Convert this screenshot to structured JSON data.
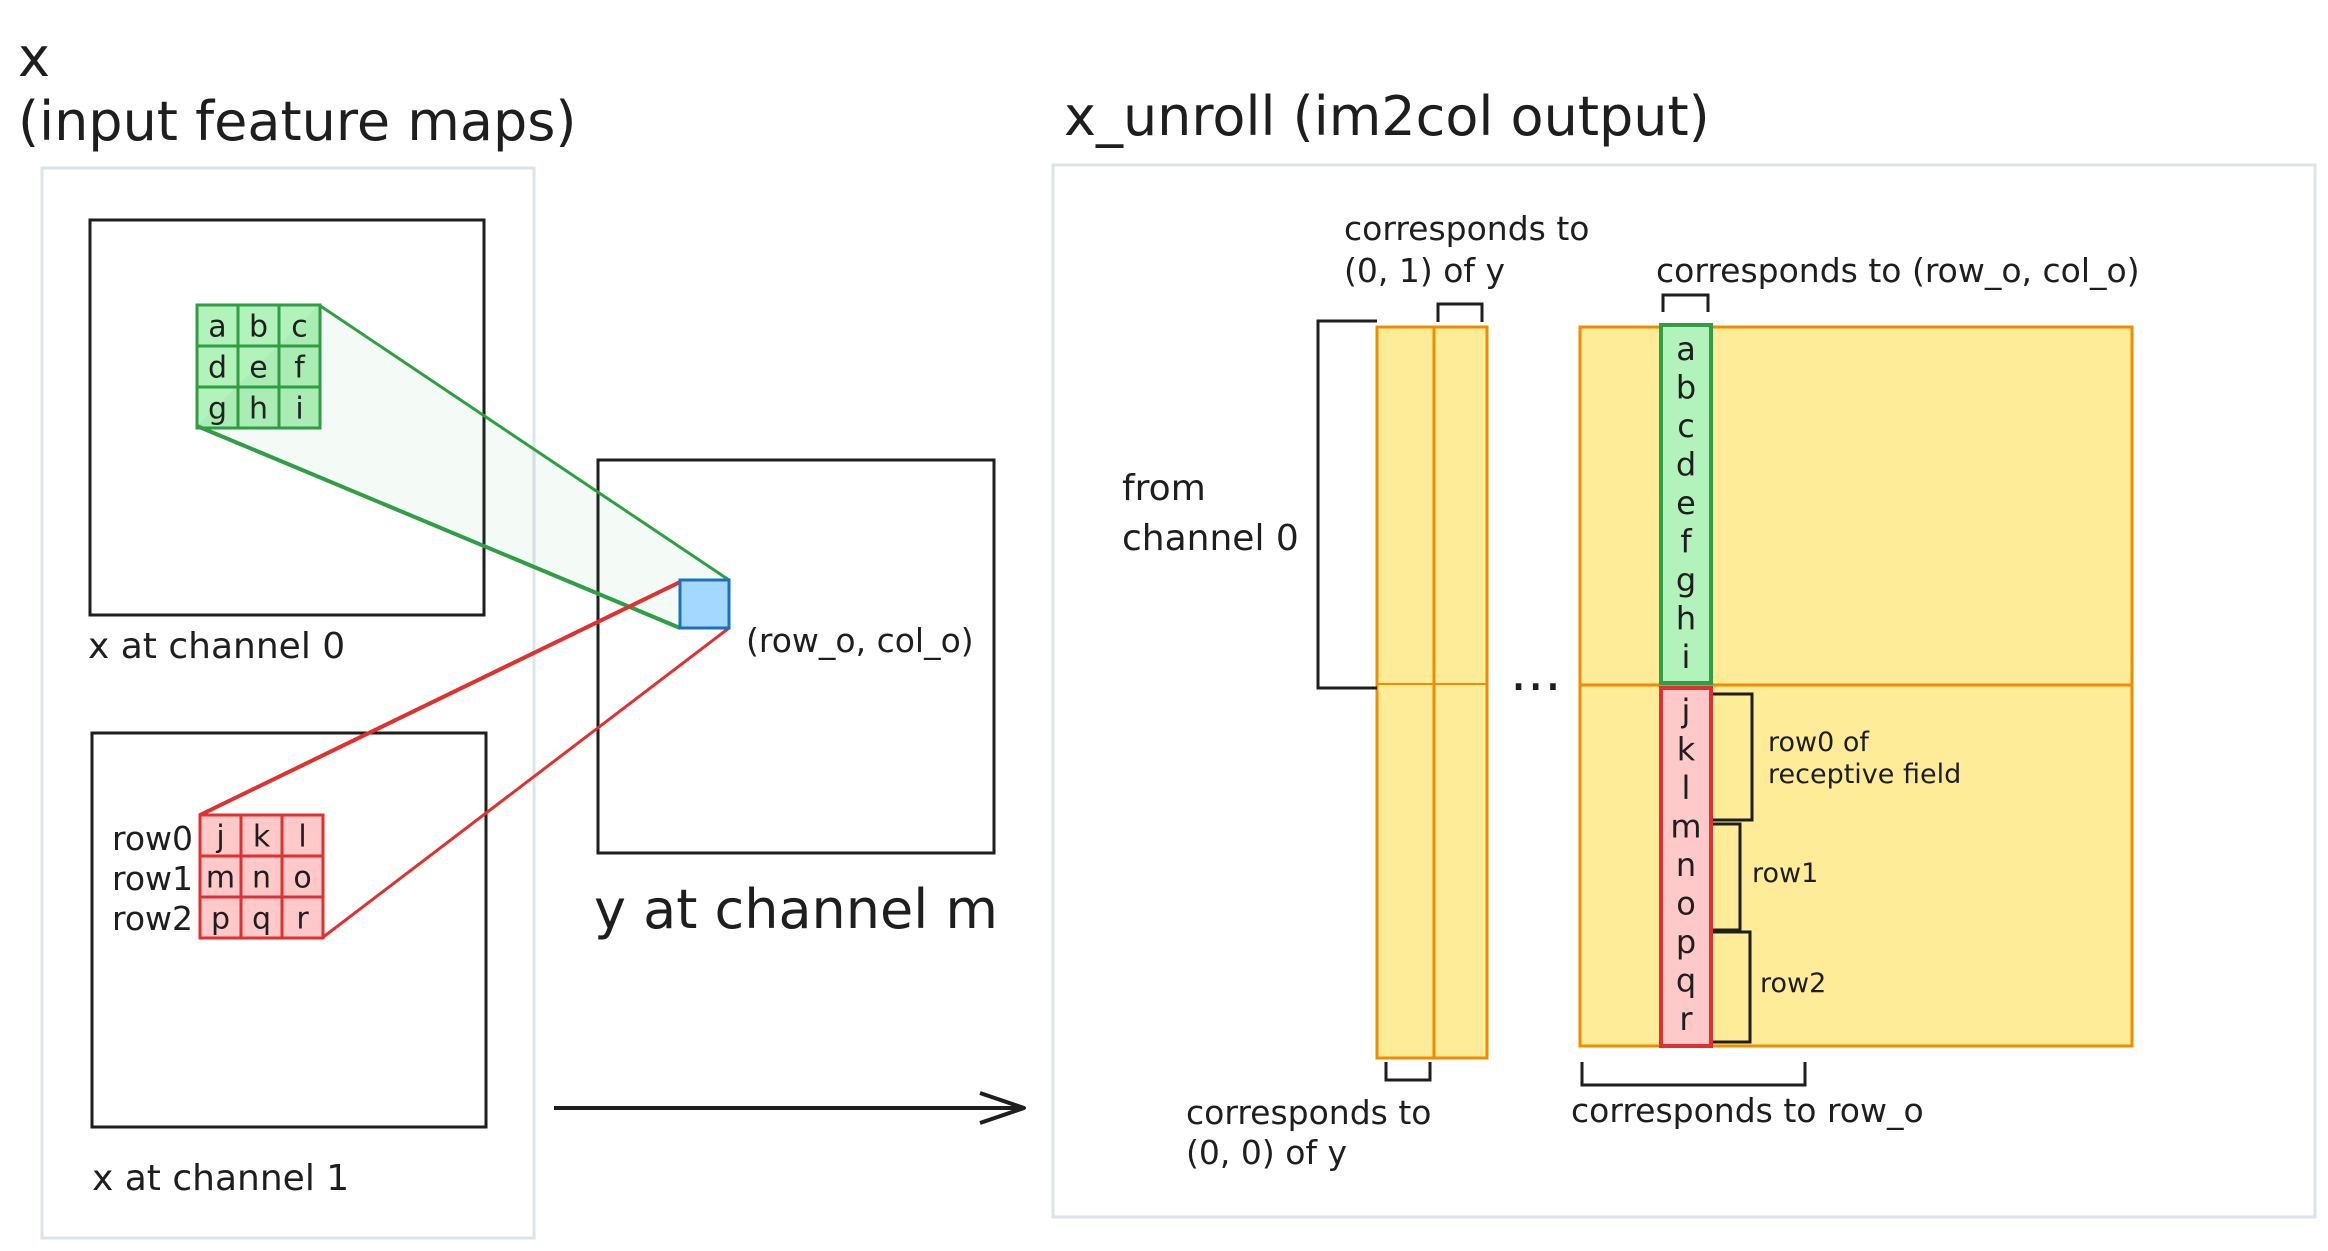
{
  "colors": {
    "ink": "#1e1e1e",
    "panel_border": "#dde3ea",
    "green_fill": "#b2f2bb",
    "green_stroke": "#2f9e44",
    "red_fill": "#ffc9c9",
    "red_stroke": "#e03131",
    "blue_fill": "#a5d8ff",
    "blue_stroke": "#1971c2",
    "yellow_fill": "#ffec99",
    "orange_stroke": "#f08c00"
  },
  "left": {
    "title_line1": "x",
    "title_line2": "(input feature maps)",
    "channel0_label": "x at channel 0",
    "channel1_label": "x at channel 1",
    "kernel0_cells": [
      "a",
      "b",
      "c",
      "d",
      "e",
      "f",
      "g",
      "h",
      "i"
    ],
    "kernel1_cells": [
      "j",
      "k",
      "l",
      "m",
      "n",
      "o",
      "p",
      "q",
      "r"
    ],
    "row_labels": [
      "row0",
      "row1",
      "row2"
    ]
  },
  "middle": {
    "output_label": "y at channel m",
    "position_label": "(row_o, col_o)"
  },
  "right": {
    "title": "x_unroll (im2col output)",
    "corr_01_line1": "corresponds to",
    "corr_01_line2": "(0, 1) of y",
    "corr_rowcol": "corresponds to (row_o, col_o)",
    "from_channel_line1": "from",
    "from_channel_line2": "channel 0",
    "ellipsis": "...",
    "green_column": [
      "a",
      "b",
      "c",
      "d",
      "e",
      "f",
      "g",
      "h",
      "i"
    ],
    "red_column": [
      "j",
      "k",
      "l",
      "m",
      "n",
      "o",
      "p",
      "q",
      "r"
    ],
    "row0_line1": "row0 of",
    "row0_line2": "receptive field",
    "row1": "row1",
    "row2": "row2",
    "corr_00_line1": "corresponds to",
    "corr_00_line2": "(0, 0) of y",
    "corr_row": "corresponds to row_o"
  }
}
